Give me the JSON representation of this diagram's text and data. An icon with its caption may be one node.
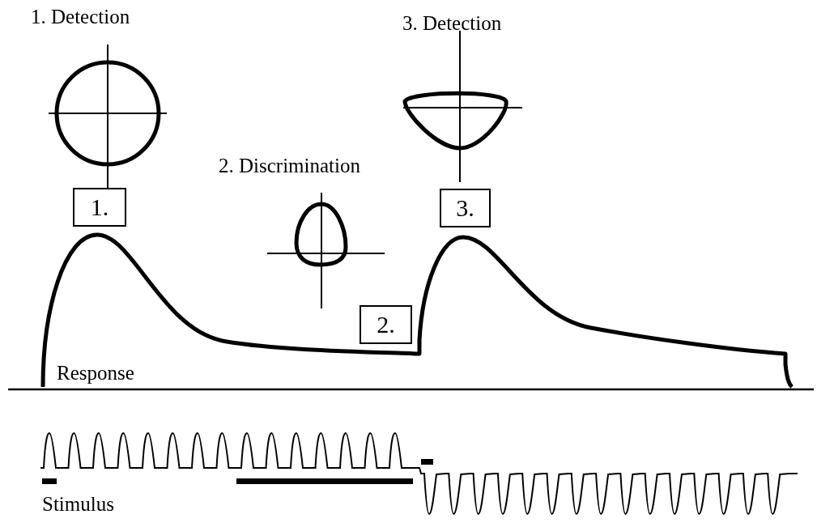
{
  "diagram": {
    "nodes": [
      {
        "text": [
          "1."
        ]
      },
      {
        "text": [
          "3."
        ]
      },
      {
        "text": [
          "2."
        ]
      }
    ],
    "labels": [
      "1. Detection",
      "3. Detection",
      "2. Discrimination",
      "Response",
      "Stimulus"
    ]
  }
}
